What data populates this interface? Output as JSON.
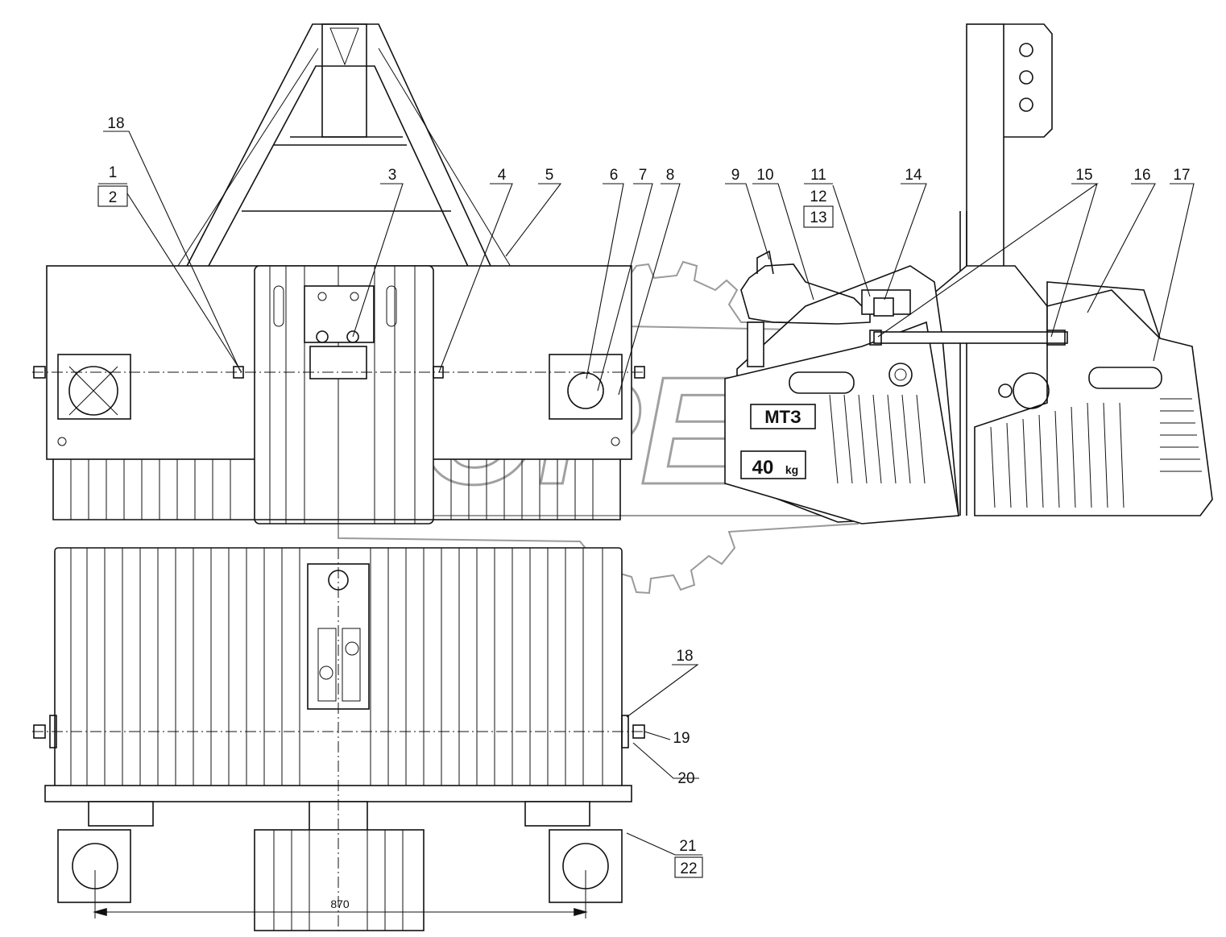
{
  "labels": {
    "p1": "1",
    "p2": "2",
    "p3": "3",
    "p4": "4",
    "p5": "5",
    "p6": "6",
    "p7": "7",
    "p8": "8",
    "p9": "9",
    "p10": "10",
    "p11": "11",
    "p12": "12",
    "p13": "13",
    "p14": "14",
    "p15": "15",
    "p16": "16",
    "p17": "17",
    "p18_top": "18",
    "p18_bottom": "18",
    "p19": "19",
    "p20": "20",
    "p21": "21",
    "p22": "22"
  },
  "weight_plate": {
    "brand": "МТЗ",
    "mass": "40",
    "unit": "kg"
  },
  "dimension": {
    "wheel_span": "870"
  },
  "watermark": {
    "text": "OPEX"
  }
}
